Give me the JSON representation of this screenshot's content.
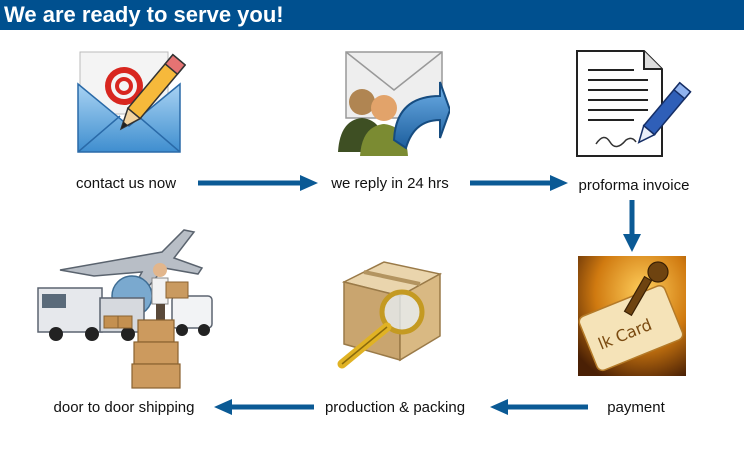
{
  "header": {
    "title": "We are ready to serve you!"
  },
  "steps": [
    {
      "label": "contact us now",
      "icon": "email-envelope-pencil-icon"
    },
    {
      "label": "we reply in 24 hrs",
      "icon": "reply-envelope-users-icon"
    },
    {
      "label": "proforma invoice",
      "icon": "signed-document-pen-icon"
    },
    {
      "label": "payment",
      "icon": "credit-card-key-icon"
    },
    {
      "label": "production & packing",
      "icon": "box-magnifier-icon"
    },
    {
      "label": "door to door shipping",
      "icon": "plane-truck-boxes-icon"
    }
  ],
  "colors": {
    "header_bg": "#00508f",
    "arrow": "#0b5a95",
    "text": "#111111"
  }
}
